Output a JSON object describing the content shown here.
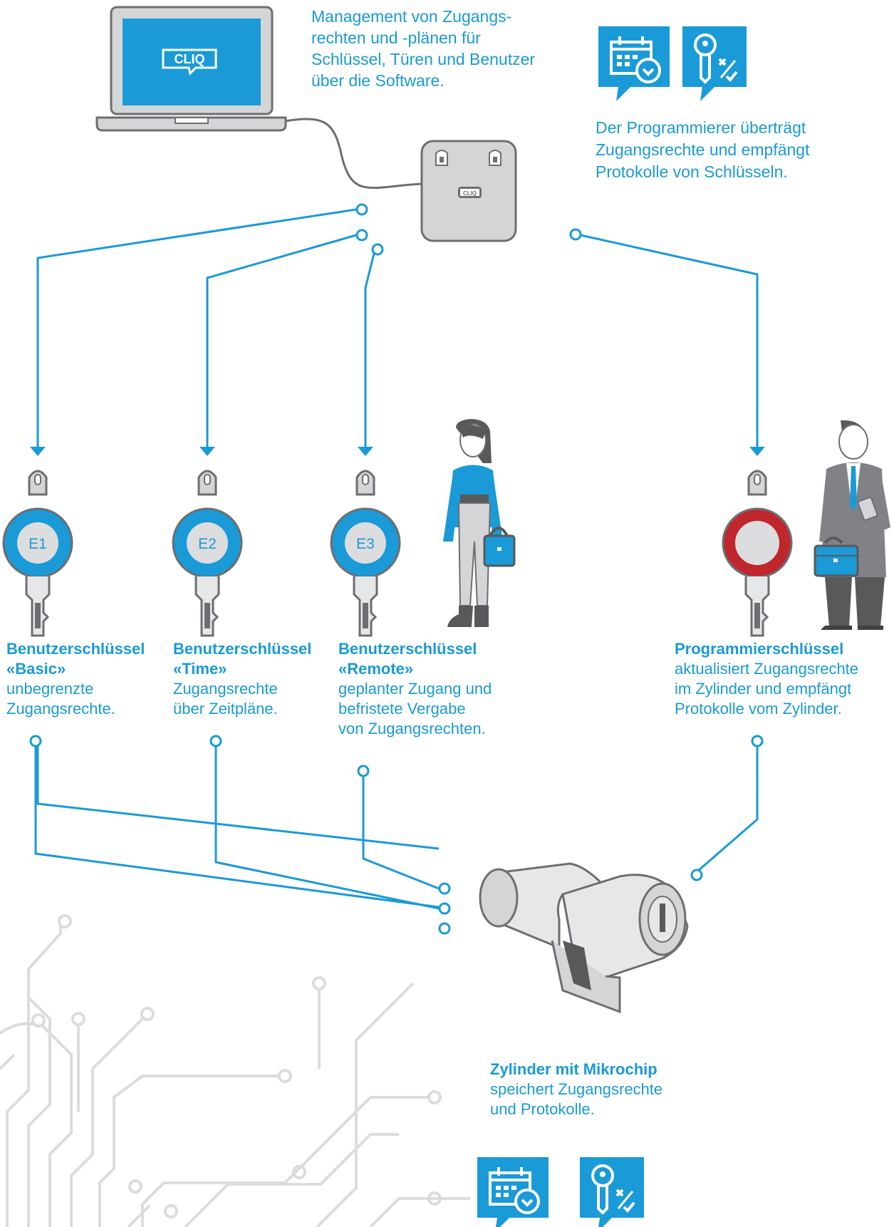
{
  "colors": {
    "accent": "#1a9ad6",
    "key_ring_red": "#c0272d",
    "grey": "#a7a9ac",
    "circuit": "#dcdcdc"
  },
  "software": {
    "logo_text": "CLIQ",
    "lines": [
      "Management von Zugangs-",
      "rechten und -plänen für",
      "Schlüssel, Türen und Benutzer",
      "über die Software."
    ]
  },
  "programmer": {
    "logo_text": "CLIQ",
    "lines": [
      "Der Programmierer überträgt",
      "Zugangsrechte und empfängt",
      "Protokolle von Schlüsseln."
    ]
  },
  "top_icons": [
    "calendar-clock-icon",
    "key-rights-icon"
  ],
  "keys": [
    {
      "badge": "E1",
      "title": "Benutzerschlüssel",
      "subtitle": "«Basic»",
      "lines": [
        "unbegrenzte",
        "Zugangsrechte."
      ]
    },
    {
      "badge": "E2",
      "title": "Benutzerschlüssel",
      "subtitle": "«Time»",
      "lines": [
        "Zugangsrechte",
        "über Zeitpläne."
      ]
    },
    {
      "badge": "E3",
      "title": "Benutzerschlüssel",
      "subtitle": "«Remote»",
      "lines": [
        "geplanter Zugang und",
        "befristete Vergabe",
        "von Zugangsrechten."
      ]
    }
  ],
  "programming_key": {
    "title": "Programmierschlüssel",
    "lines": [
      "aktualisiert Zugangsrechte",
      "im Zylinder und empfängt",
      "Protokolle vom Zylinder."
    ]
  },
  "cylinder": {
    "title": "Zylinder mit Mikrochip",
    "lines": [
      "speichert Zugangsrechte",
      "und Protokolle."
    ]
  },
  "bottom_icons": [
    "calendar-clock-icon",
    "key-rights-icon"
  ]
}
